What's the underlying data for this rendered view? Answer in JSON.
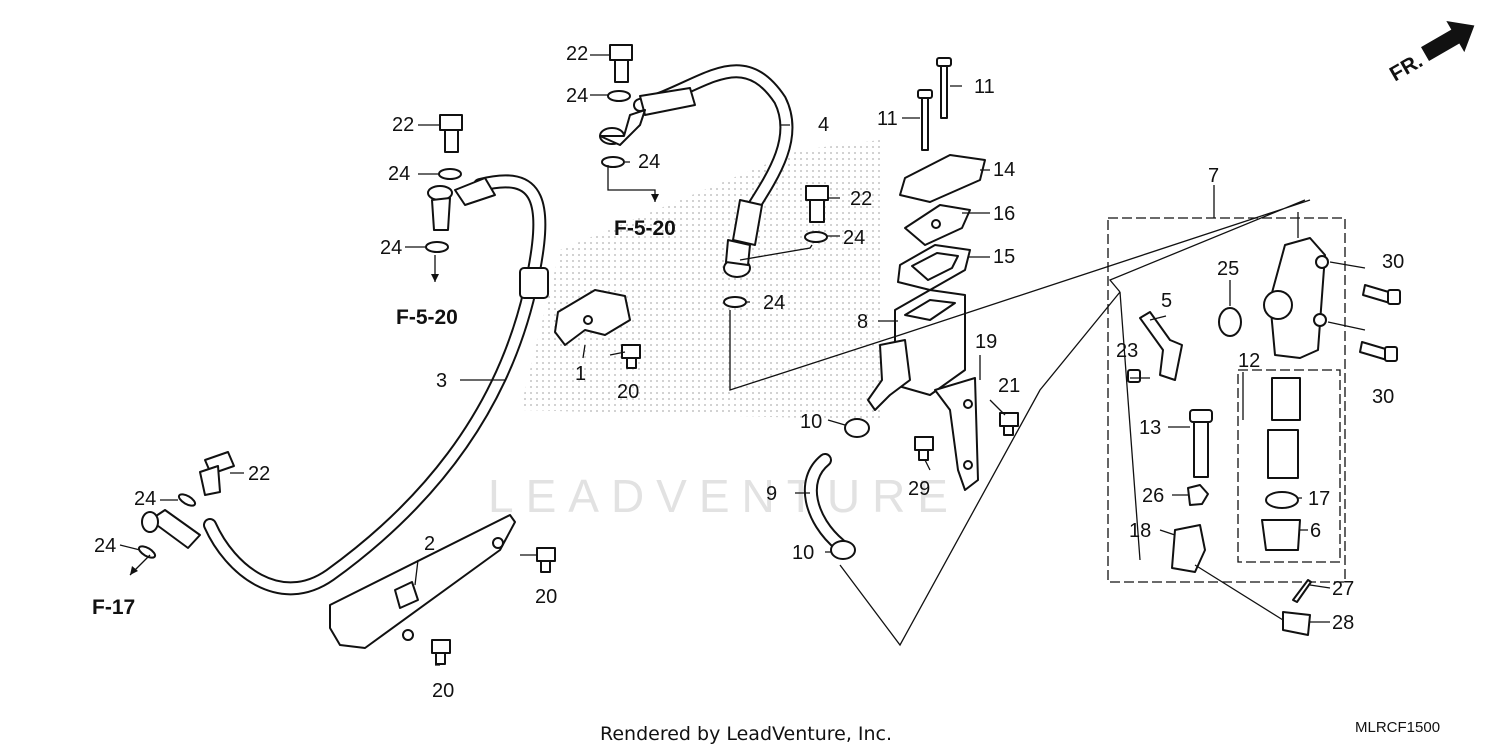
{
  "watermark": "LEADVENTURE",
  "orientation_label": "FR.",
  "footer": {
    "credit": "Rendered by LeadVenture, Inc.",
    "diagram_code": "MLRCF1500"
  },
  "references": {
    "f520_left": "F-5-20",
    "f520_top": "F-5-20",
    "f17": "F-17"
  },
  "callouts": {
    "p1": "1",
    "p2": "2",
    "p3": "3",
    "p4": "4",
    "p5": "5",
    "p6": "6",
    "p7": "7",
    "p8": "8",
    "p9": "9",
    "p10a": "10",
    "p10b": "10",
    "p11a": "11",
    "p11b": "11",
    "p12": "12",
    "p13": "13",
    "p14": "14",
    "p15": "15",
    "p16": "16",
    "p17": "17",
    "p18": "18",
    "p19": "19",
    "p20a": "20",
    "p20b": "20",
    "p20c": "20",
    "p21": "21",
    "p22a": "22",
    "p22b": "22",
    "p22c": "22",
    "p22d": "22",
    "p23": "23",
    "p24a": "24",
    "p24b": "24",
    "p24c": "24",
    "p24d": "24",
    "p24e": "24",
    "p24f": "24",
    "p24g": "24",
    "p24h": "24",
    "p25": "25",
    "p26": "26",
    "p27": "27",
    "p28": "28",
    "p29": "29",
    "p30a": "30",
    "p30b": "30"
  }
}
